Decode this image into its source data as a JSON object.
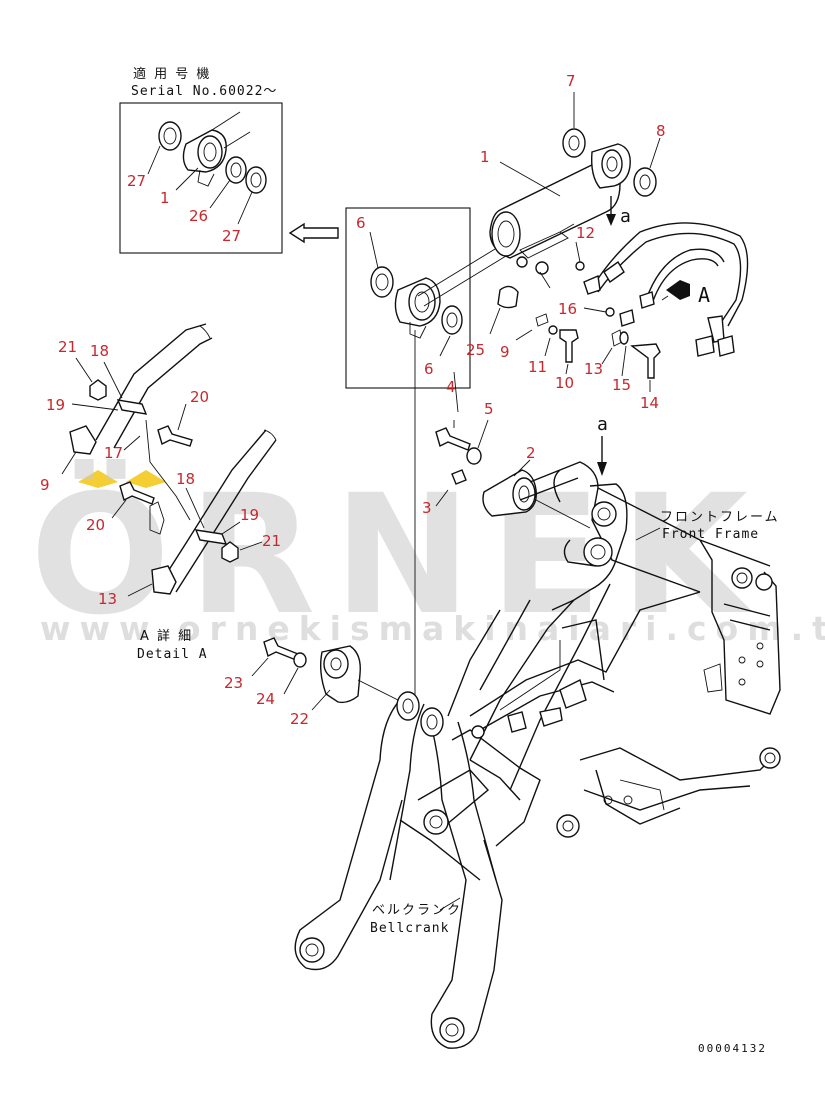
{
  "inset": {
    "title_jp": "適 用 号 機",
    "serial": "Serial No.60022～"
  },
  "callouts": {
    "c1_main": "1",
    "c1_inset": "1",
    "c2": "2",
    "c3": "3",
    "c4": "4",
    "c5": "5",
    "c6_top": "6",
    "c6_bottom": "6",
    "c7": "7",
    "c8": "8",
    "c9_main": "9",
    "c9_detail": "9",
    "c10": "10",
    "c11": "11",
    "c12": "12",
    "c13_main": "13",
    "c13_detail": "13",
    "c14": "14",
    "c15": "15",
    "c16": "16",
    "c17": "17",
    "c18_top": "18",
    "c18_bottom": "18",
    "c19_top": "19",
    "c19_bottom": "19",
    "c20_top": "20",
    "c20_bottom": "20",
    "c21_top": "21",
    "c21_bottom": "21",
    "c22": "22",
    "c23": "23",
    "c24": "24",
    "c25": "25",
    "c26": "26",
    "c27_top": "27",
    "c27_bottom": "27"
  },
  "view_labels": {
    "view_a_top": "a",
    "view_a_arrow": "a",
    "view_big_a": "A",
    "detail_jp": "A 詳 細",
    "detail_en": "Detail A",
    "front_frame_jp": "フロントフレーム",
    "front_frame_en": "Front Frame",
    "bellcrank_jp": "ベルクランク",
    "bellcrank_en": "Bellcrank"
  },
  "watermark": {
    "brand": "ÖRNEK",
    "url": "www.ornekismakinalari.com.tr",
    "brand_color": "#c9c9c9",
    "accent_color": "#f2c200"
  },
  "drawing_number": "00004132",
  "colors": {
    "callout": "#c8282d",
    "line": "#111111"
  }
}
